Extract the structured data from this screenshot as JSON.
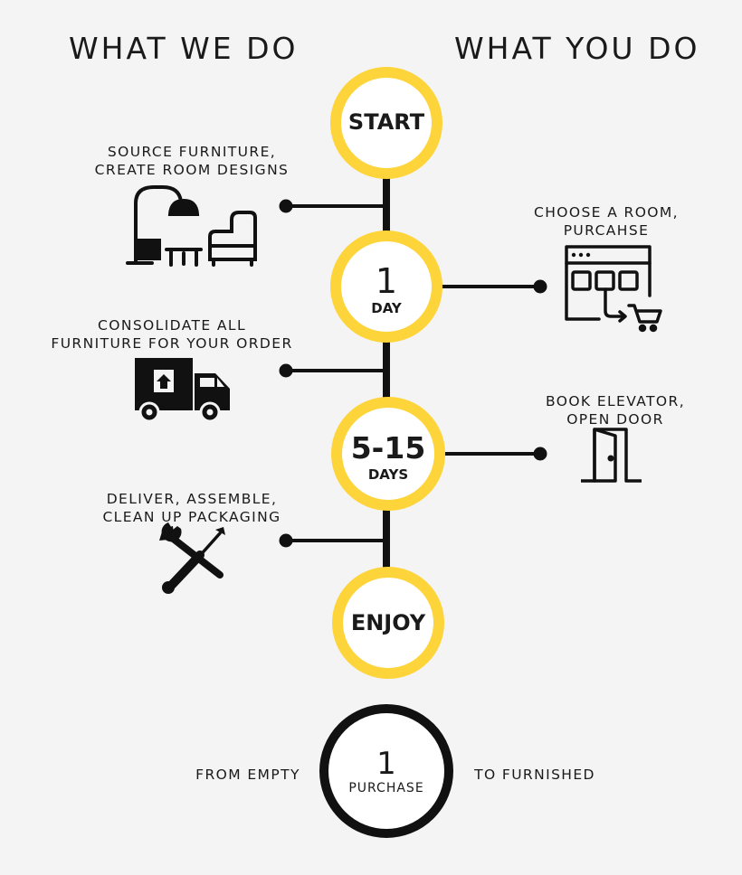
{
  "headers": {
    "left": "WHAT WE DO",
    "right": "WHAT YOU DO"
  },
  "timeline": {
    "start": "START",
    "day1_number": "1",
    "day1_unit": "DAY",
    "days_number": "5-15",
    "days_unit": "DAYS",
    "enjoy": "ENJOY"
  },
  "we_do": {
    "source_line1": "SOURCE FURNITURE,",
    "source_line2": "CREATE ROOM DESIGNS",
    "consolidate_line1": "CONSOLIDATE ALL",
    "consolidate_line2": "FURNITURE FOR YOUR ORDER",
    "deliver_line1": "DELIVER, ASSEMBLE,",
    "deliver_line2": "CLEAN UP PACKAGING"
  },
  "you_do": {
    "choose_line1": "CHOOSE A ROOM,",
    "choose_line2": "PURCAHSE",
    "book_line1": "BOOK ELEVATOR,",
    "book_line2": "OPEN DOOR"
  },
  "summary": {
    "left": "FROM EMPTY",
    "number": "1",
    "unit": "PURCHASE",
    "right": "TO FURNISHED"
  },
  "colors": {
    "accent": "#fdd43a",
    "ink": "#111111",
    "background": "#f4f4f4"
  },
  "icons": [
    "furniture-icon",
    "browser-cart-icon",
    "delivery-truck-icon",
    "door-icon",
    "wrench-screwdriver-icon"
  ]
}
